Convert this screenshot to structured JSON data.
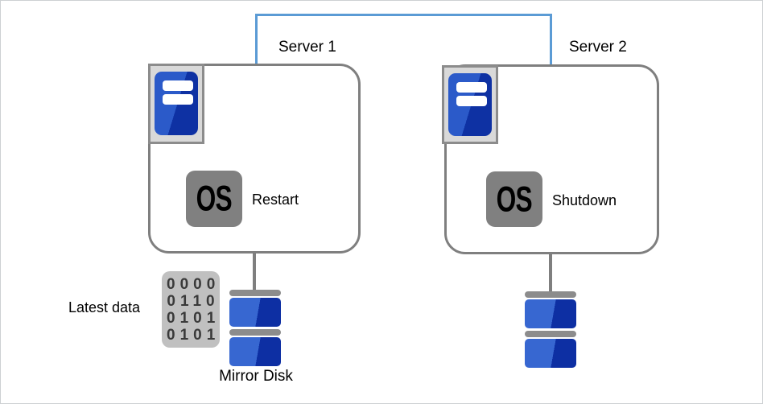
{
  "colors": {
    "link_blue": "#5B9BD5",
    "box_border": "#7F7F7F",
    "frame_bg": "#D9D9D9",
    "frame_border": "#8C8C8C",
    "tower_light": "#2B5AC9",
    "tower_dark": "#0E31A3",
    "os_bg": "#808080",
    "bar_gray": "#8C8C8C",
    "disk_light": "#3767D1",
    "disk_dark": "#0D2FA3",
    "binary_bg": "#C0C0C0",
    "binary_digit": "#3A3A3A"
  },
  "servers": [
    {
      "name": "Server 1",
      "os_action": "Restart"
    },
    {
      "name": "Server 2",
      "os_action": "Shutdown"
    }
  ],
  "os_badge_label": "OS",
  "binary_icon": {
    "rows": [
      "0000",
      "0110",
      "0101",
      "0101"
    ]
  },
  "labels": {
    "latest_data": "Latest data",
    "mirror_disk": "Mirror Disk"
  }
}
